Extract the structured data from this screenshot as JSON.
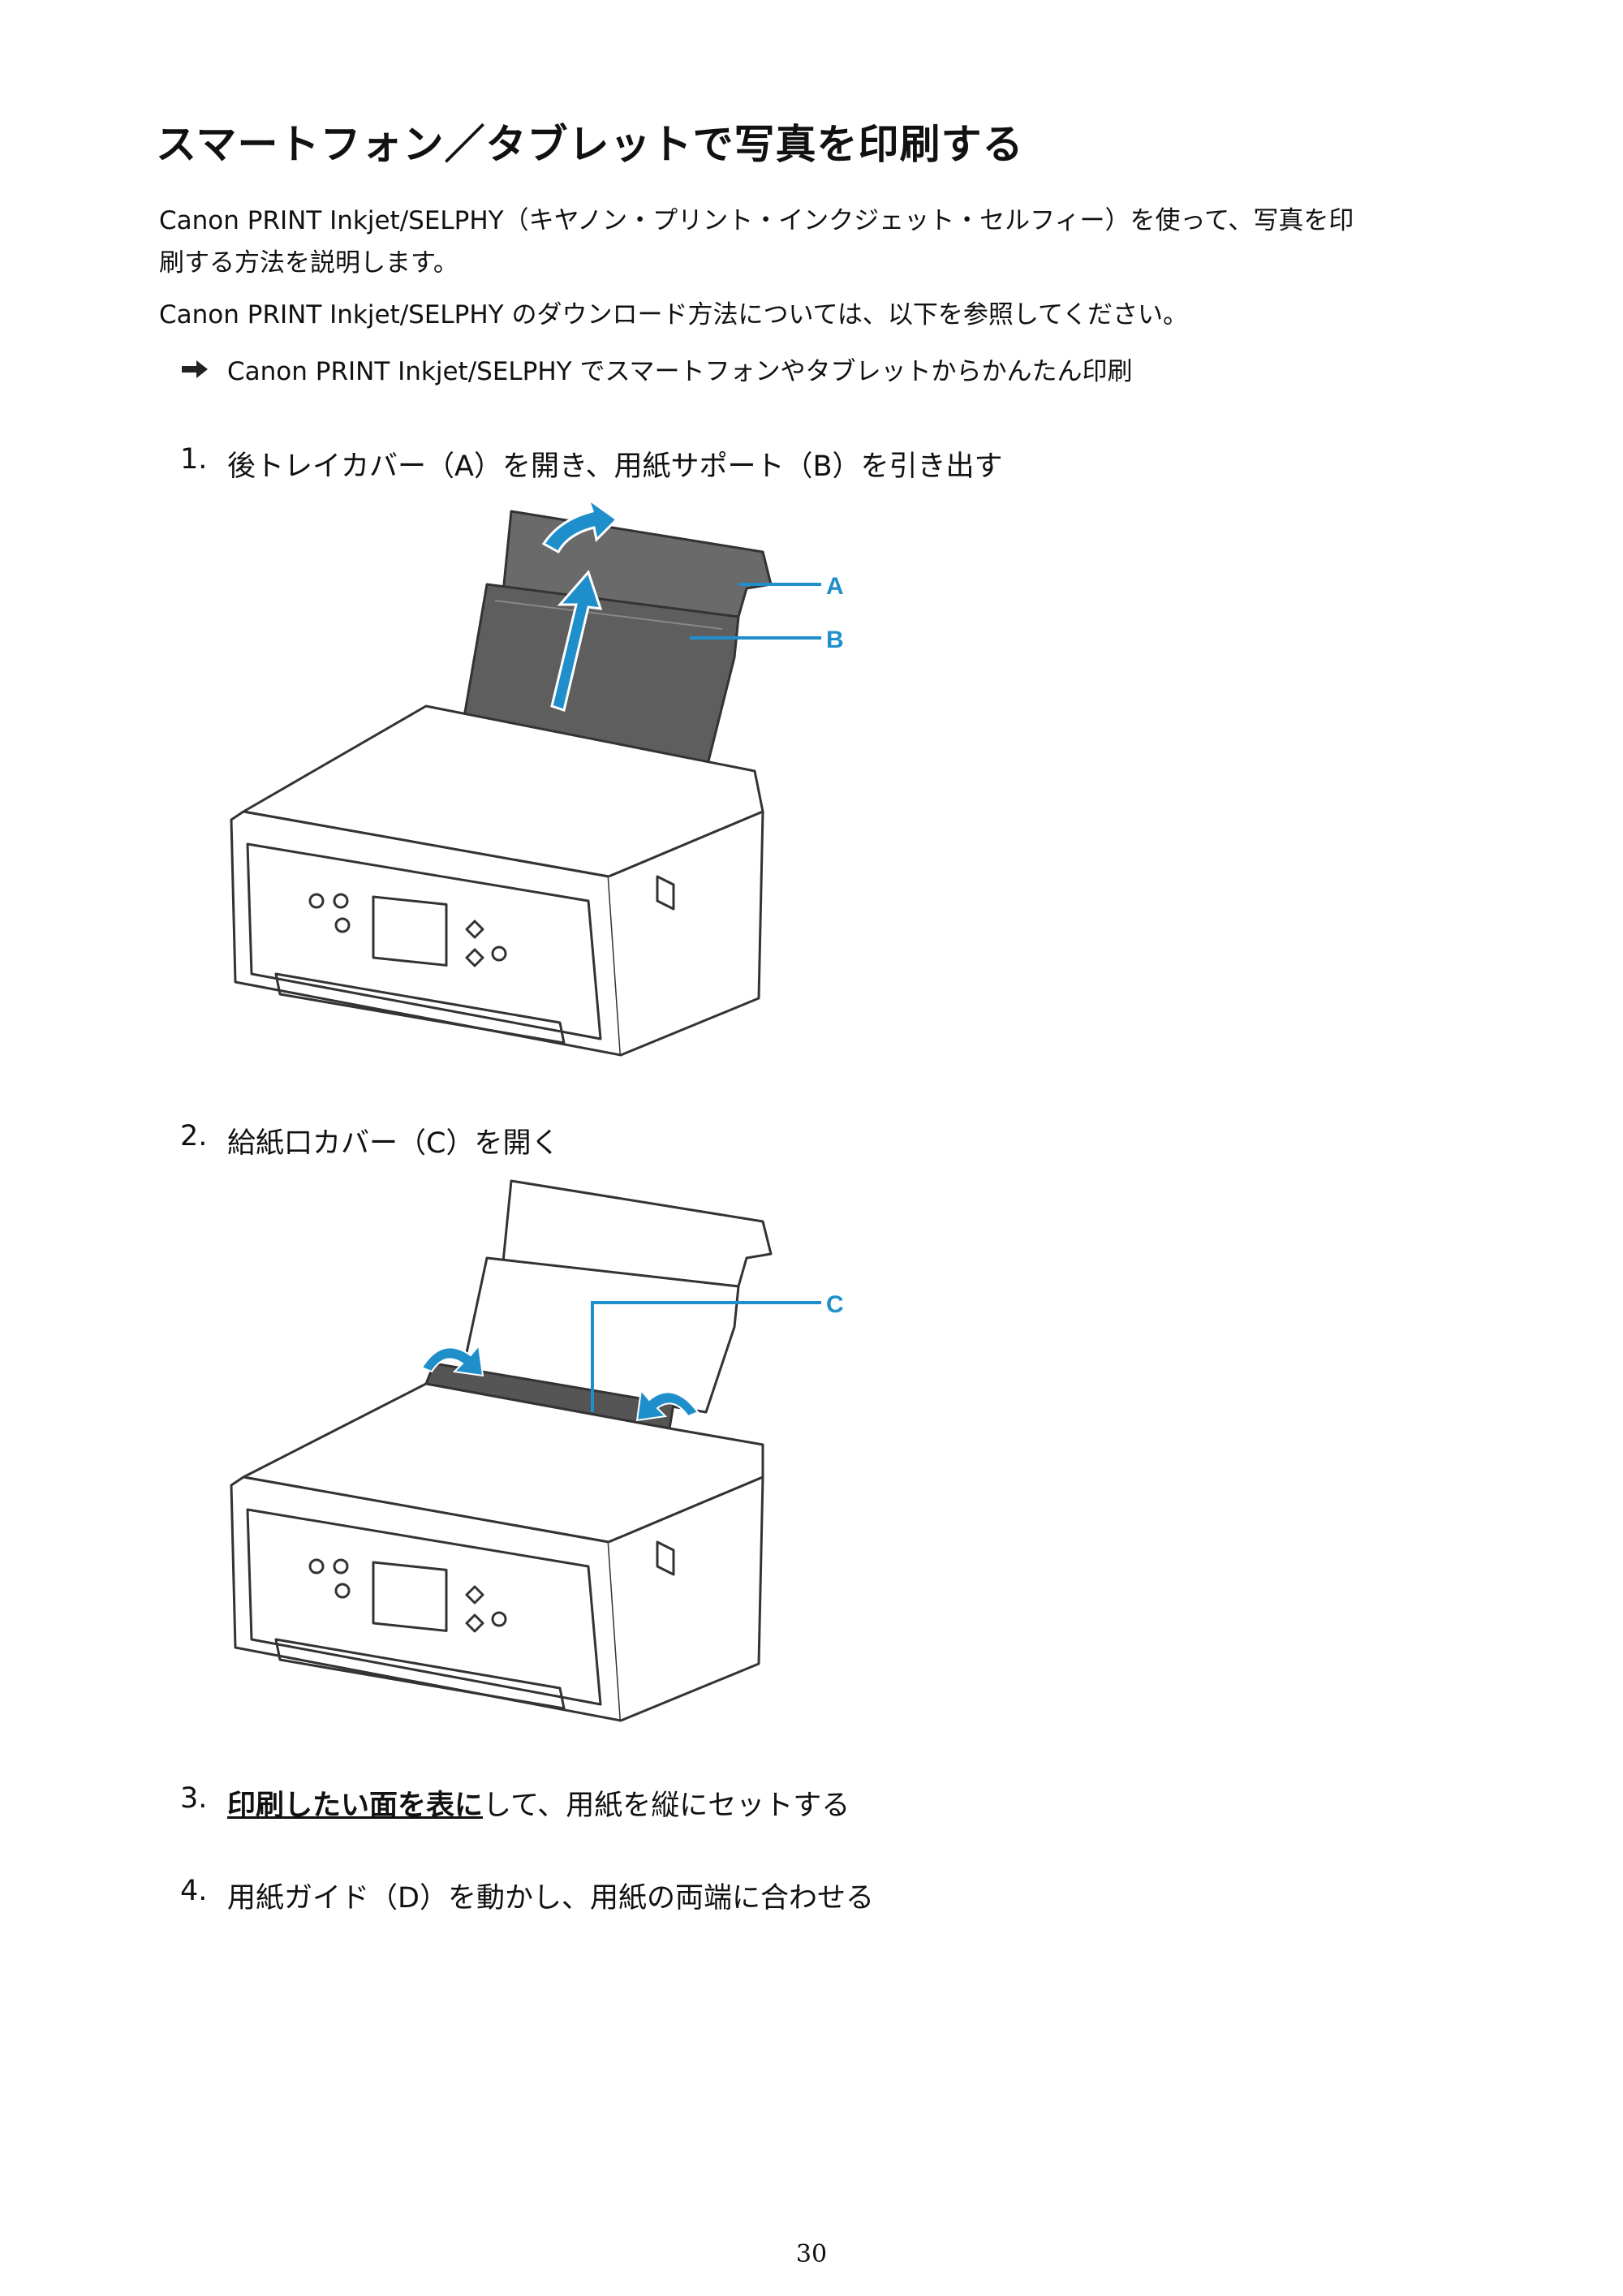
{
  "title": "スマートフォン／タブレットで写真を印刷する",
  "intro": {
    "line1": "Canon PRINT Inkjet/SELPHY（キヤノン・プリント・インクジェット・セルフィー）を使って、写真を印",
    "line2": "刷する方法を説明します。"
  },
  "download_text": "Canon PRINT Inkjet/SELPHY のダウンロード方法については、以下を参照してください。",
  "link_text": "Canon PRINT Inkjet/SELPHY でスマートフォンやタブレットからかんたん印刷",
  "steps": [
    {
      "num": "1.",
      "text": "後トレイカバー（A）を開き、用紙サポート（B）を引き出す"
    },
    {
      "num": "2.",
      "text": "給紙口カバー（C）を開く"
    },
    {
      "num": "3.",
      "emphasis": "印刷したい面を表に",
      "text": "して、用紙を縦にセットする"
    },
    {
      "num": "4.",
      "text": "用紙ガイド（D）を動かし、用紙の両端に合わせる"
    }
  ],
  "figure1": {
    "label_a": "A",
    "label_b": "B"
  },
  "figure2": {
    "label_c": "C"
  },
  "page_number": "30",
  "colors": {
    "accent": "#1f8fcb",
    "link_arrow": "#222222"
  },
  "icons": [
    "right-arrow-icon"
  ]
}
